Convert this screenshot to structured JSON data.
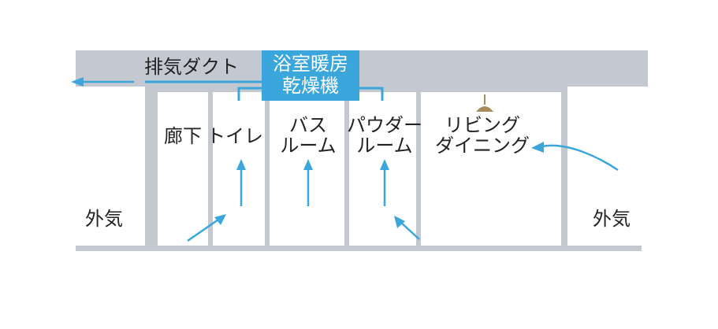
{
  "colors": {
    "structure": "#c4c9d1",
    "duct_line": "#3aa6dc",
    "airflow_arrow": "#3aa6dc",
    "label_box": "#3aa6dc",
    "label_box_text": "#ffffff",
    "text": "#222222",
    "lamp": "#a88a5c"
  },
  "icons": {
    "lamp": "pendant-lamp-icon",
    "arrow": "airflow-arrow-icon"
  },
  "labels": {
    "exhaust_duct": "排気ダクト",
    "dryer_line1": "浴室暖房",
    "dryer_line2": "乾燥機",
    "outside_left": "外気",
    "outside_right": "外気",
    "corridor": "廊下",
    "toilet": "トイレ",
    "bath_line1": "バス",
    "bath_line2": "ルーム",
    "powder_line1": "パウダー",
    "powder_line2": "ルーム",
    "living_line1": "リビング",
    "living_line2": "ダイニング"
  }
}
